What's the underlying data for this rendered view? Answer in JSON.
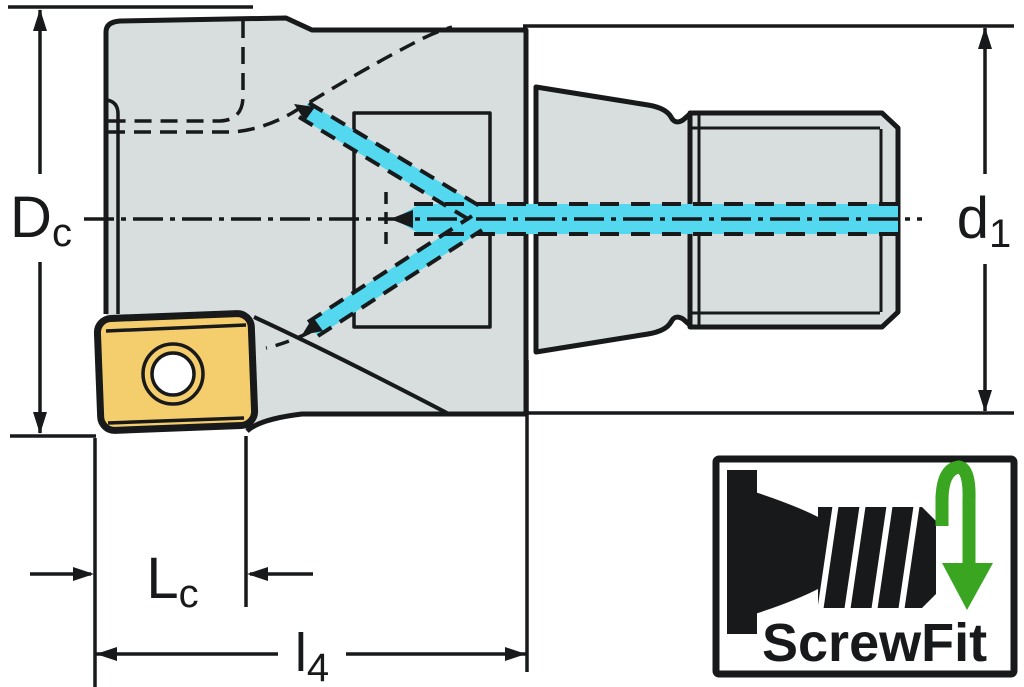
{
  "drawing": {
    "type": "technical-dimension-drawing",
    "labels": {
      "dc": {
        "base": "D",
        "sub": "c"
      },
      "d1": {
        "base": "d",
        "sub": "1"
      },
      "lc": {
        "base": "L",
        "sub": "c"
      },
      "l4": {
        "base": "l",
        "sub": "4"
      }
    },
    "logo": {
      "text": "ScrewFit"
    },
    "colors": {
      "line": "#17191b",
      "body": "#d8dede",
      "cyan": "#53d8ef",
      "insert": "#f4cd6d",
      "green": "#3aa520",
      "bg": "#ffffff"
    }
  }
}
